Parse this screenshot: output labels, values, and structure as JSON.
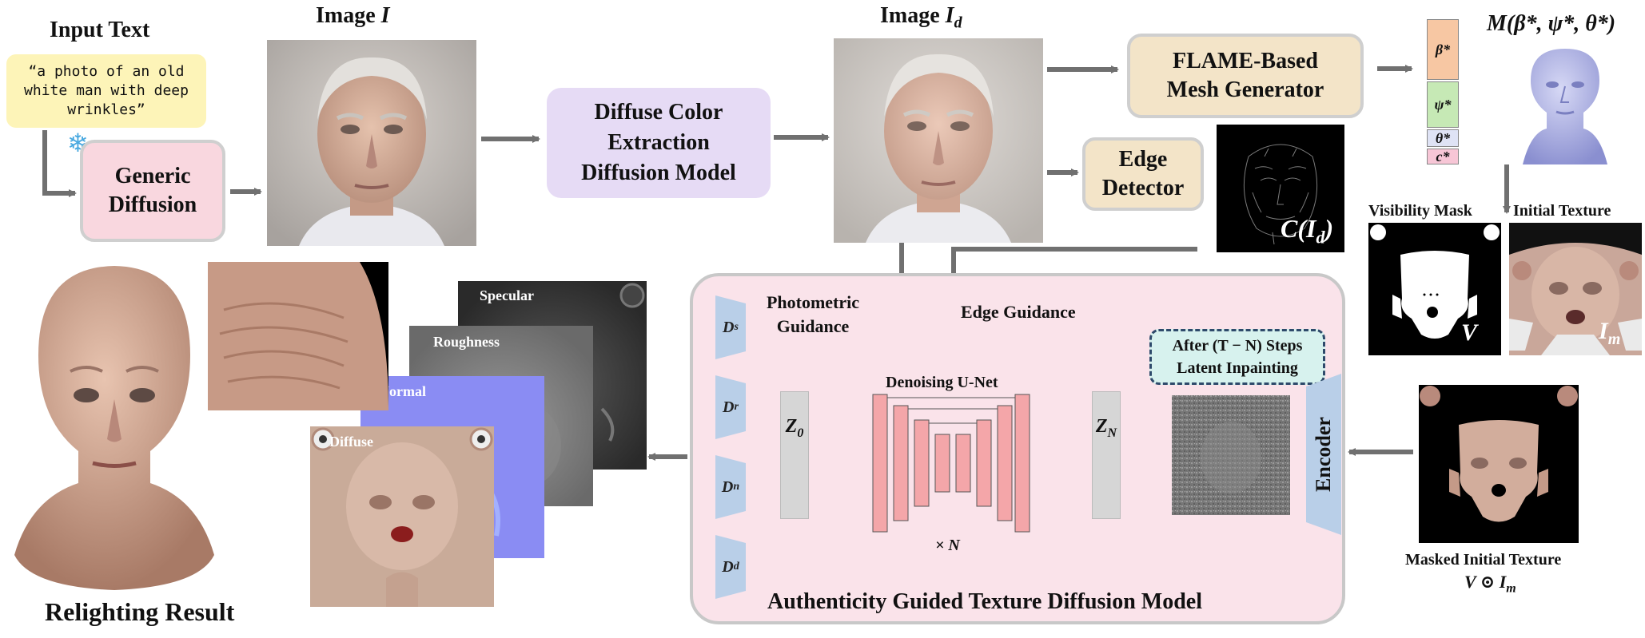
{
  "input": {
    "title": "Input Text",
    "prompt": "“a photo of an old white man with deep wrinkles”",
    "snowflake": "❄"
  },
  "generic_diffusion": "Generic Diffusion",
  "image_i": {
    "prefix": "Image ",
    "var": "I"
  },
  "diffuse_extraction": "Diffuse Color Extraction Diffusion Model",
  "image_id": {
    "prefix": "Image ",
    "var": "I",
    "sub": "d"
  },
  "flame": "FLAME-Based Mesh Generator",
  "edge_detector": "Edge Detector",
  "edge_map": {
    "label": "C(I",
    "sub": "d",
    "close": ")"
  },
  "params": {
    "mesh_label": "M(β*, ψ*, θ*)",
    "vector": [
      {
        "symbol": "β*",
        "color": "#f7c7a3"
      },
      {
        "symbol": "ψ*",
        "color": "#c6e9b5"
      },
      {
        "symbol": "θ*",
        "color": "#dfe3f5"
      },
      {
        "symbol": "c*",
        "color": "#f7c6d6"
      }
    ]
  },
  "visibility": {
    "title": "Visibility Mask",
    "var": "V"
  },
  "initial_texture": {
    "title": "Initial Texture",
    "var": "I",
    "sub": "m"
  },
  "masked": {
    "title": "Masked Initial Texture",
    "formula": "V ⊙ I",
    "sub": "m"
  },
  "relighting": "Relighting Result",
  "maps": {
    "specular": "Specular",
    "roughness": "Roughness",
    "normal": "Normal",
    "diffuse": "Diffuse"
  },
  "atgd": {
    "title": "Authenticity Guided Texture Diffusion Model",
    "photometric": "Photometric Guidance",
    "edge_guidance": "Edge Guidance",
    "unet": "Denoising U-Net",
    "loop": "× N",
    "after_steps": "After (T − N) Steps",
    "latent_inpainting": "Latent Inpainting",
    "encoder": "Encoder",
    "z0": {
      "var": "Z",
      "sub": "0"
    },
    "zn": {
      "var": "Z",
      "sub": "N"
    },
    "decoders": [
      {
        "var": "D",
        "sub": "s"
      },
      {
        "var": "D",
        "sub": "r"
      },
      {
        "var": "D",
        "sub": "n"
      },
      {
        "var": "D",
        "sub": "d"
      }
    ]
  },
  "colors": {
    "generic": "#f9d7df",
    "extraction": "#e6dbf5",
    "flame": "#f3e4c8",
    "atgd_panel": "#fae3ea",
    "decoder": "#b9cfe8",
    "unet_bar": "#f4a6a9",
    "latent": "#d6d6d6",
    "prompt_bg": "#fdf4b8",
    "inpaint_bg": "#d7f2ee"
  }
}
